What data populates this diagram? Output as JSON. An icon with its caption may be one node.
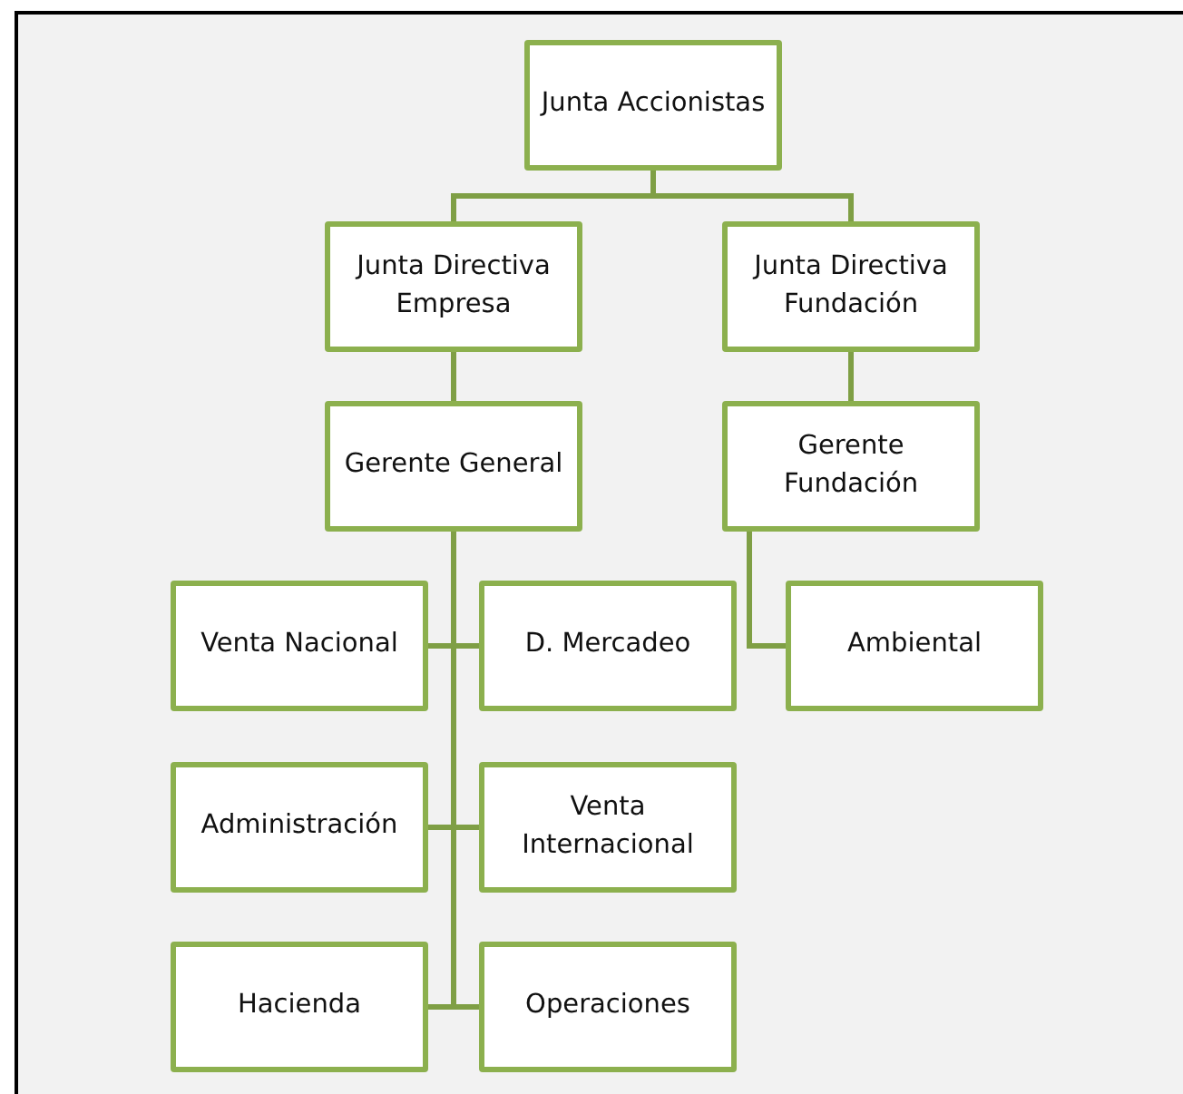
{
  "diagram": {
    "nodes": [
      {
        "text": [
          "Junta Accionistas"
        ]
      },
      {
        "text": [
          "Junta Directiva Empresa"
        ]
      },
      {
        "text": [
          "Junta Directiva Fundación"
        ]
      },
      {
        "text": [
          "Gerente General"
        ]
      },
      {
        "text": [
          "Gerente Fundación"
        ]
      },
      {
        "text": [
          "Venta Nacional"
        ]
      },
      {
        "text": [
          "D. Mercadeo"
        ]
      },
      {
        "text": [
          "Ambiental"
        ]
      },
      {
        "text": [
          "Administración"
        ]
      },
      {
        "text": [
          "Venta Internacional"
        ]
      },
      {
        "text": [
          "Hacienda"
        ]
      },
      {
        "text": [
          "Operaciones"
        ]
      }
    ],
    "edges": [
      {
        "from": 0,
        "to": 1,
        "arrow": "none"
      },
      {
        "from": 0,
        "to": 2,
        "arrow": "none"
      },
      {
        "from": 1,
        "to": 3,
        "arrow": "none"
      },
      {
        "from": 2,
        "to": 4,
        "arrow": "none"
      },
      {
        "from": 3,
        "to": 5,
        "arrow": "none"
      },
      {
        "from": 3,
        "to": 6,
        "arrow": "none"
      },
      {
        "from": 3,
        "to": 8,
        "arrow": "none"
      },
      {
        "from": 3,
        "to": 9,
        "arrow": "none"
      },
      {
        "from": 3,
        "to": 10,
        "arrow": "none"
      },
      {
        "from": 3,
        "to": 11,
        "arrow": "none"
      },
      {
        "from": 4,
        "to": 7,
        "arrow": "none"
      }
    ]
  }
}
